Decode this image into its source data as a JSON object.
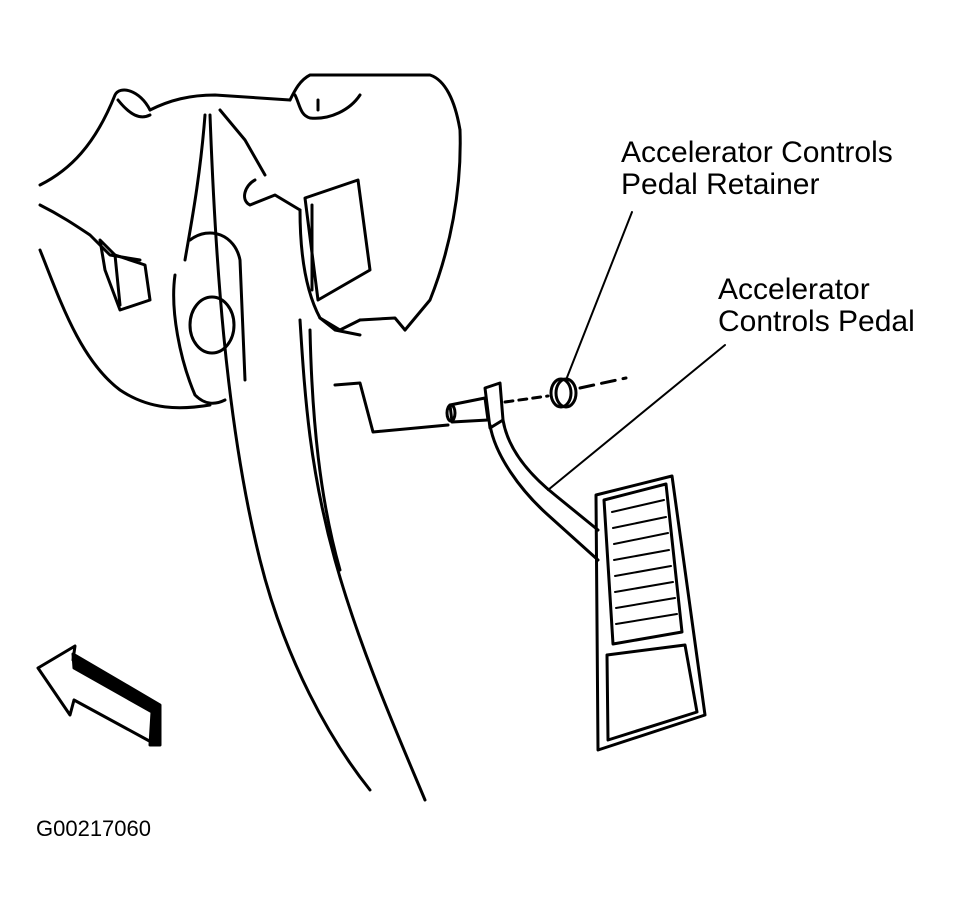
{
  "callouts": {
    "retainer": [
      "Accelerator Controls",
      "Pedal Retainer"
    ],
    "pedal": [
      "Accelerator",
      "Controls Pedal"
    ]
  },
  "figure_id": "G00217060",
  "colors": {
    "line": "#000000",
    "background": "#ffffff"
  },
  "icons": {
    "direction": "arrow-forward-icon"
  }
}
